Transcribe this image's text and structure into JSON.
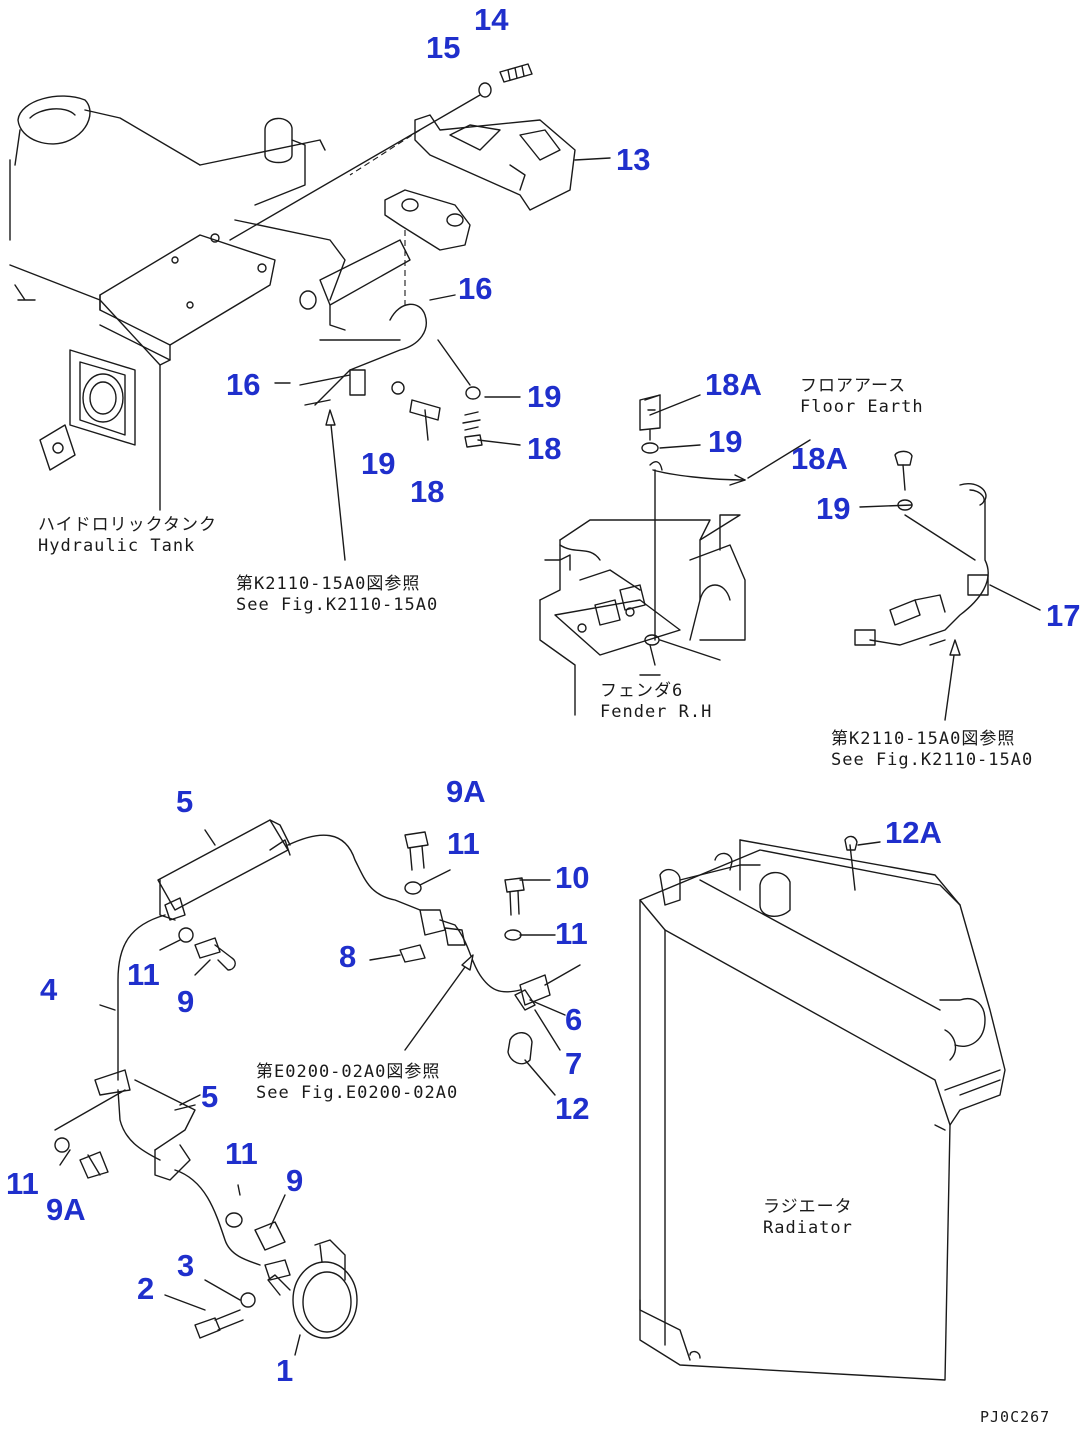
{
  "callouts": {
    "c14": "14",
    "c15": "15",
    "c13": "13",
    "c16a": "16",
    "c16b": "16",
    "c19a": "19",
    "c19b": "19",
    "c18a": "18",
    "c18b": "18",
    "c18Aa": "18A",
    "c19c": "19",
    "c18Ab": "18A",
    "c19d": "19",
    "c17": "17",
    "c9Aa": "9A",
    "c11a": "11",
    "c10": "10",
    "c11b": "11",
    "c5a": "5",
    "c11c": "11",
    "c9a": "9",
    "c8": "8",
    "c4": "4",
    "c6": "6",
    "c7": "7",
    "c12": "12",
    "c12A": "12A",
    "c5b": "5",
    "c11d": "11",
    "c9b": "9",
    "c11e": "11",
    "c9Ab": "9A",
    "c3": "3",
    "c2": "2",
    "c1": "1"
  },
  "notes": {
    "hydraulic_tank": "ハイドロリックタンク\nHydraulic Tank",
    "see_fig_k2110": "第K2110-15A0図参照\nSee Fig.K2110-15A0",
    "floor_earth": "フロアアース\nFloor Earth",
    "fender_rh": "フェンダ6\nFender R.H",
    "see_fig_k2110_b": "第K2110-15A0図参照\nSee Fig.K2110-15A0",
    "see_fig_e0200": "第E0200-02A0図参照\nSee Fig.E0200-02A0",
    "radiator": "ラジエータ\nRadiator"
  },
  "drawing_code": "PJ0C267",
  "colors": {
    "callout": "#1f2fcc",
    "line": "#1a1a1a",
    "background": "#ffffff"
  }
}
